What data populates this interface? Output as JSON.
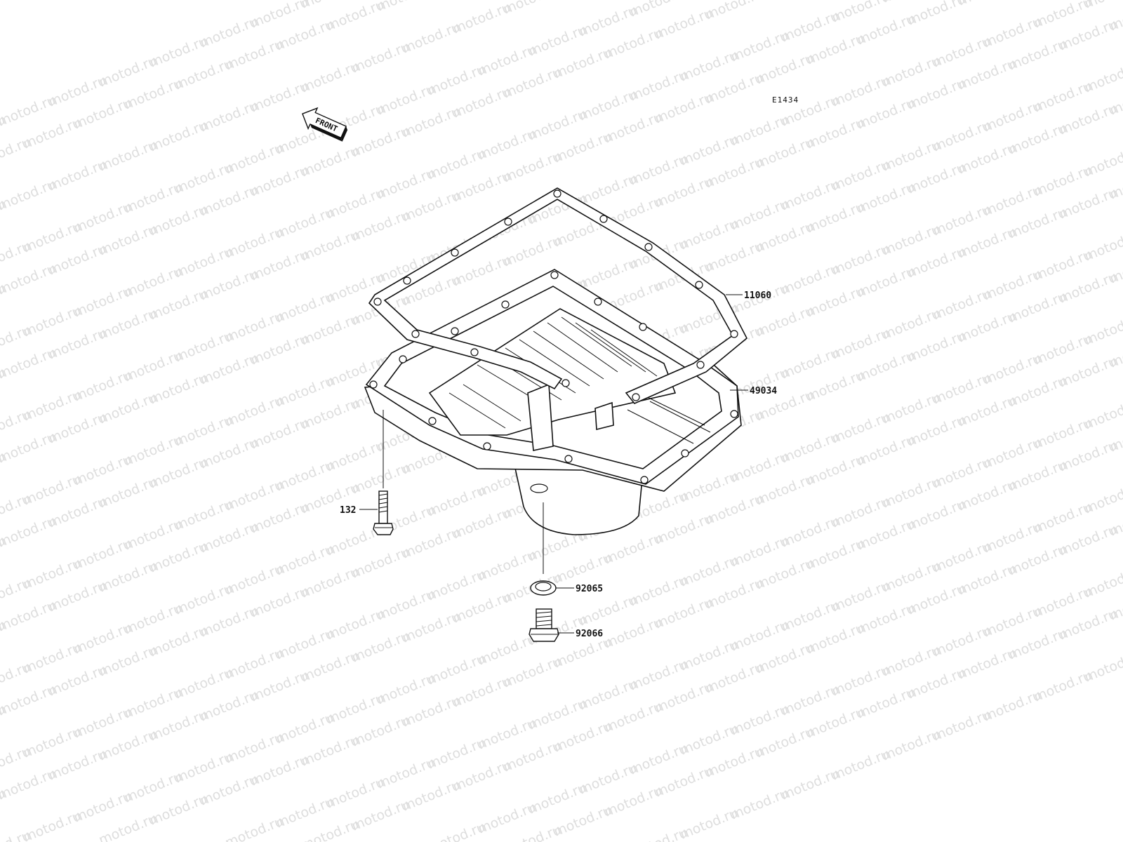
{
  "diagram": {
    "drawing_code": "E1434",
    "front_label": "FRONT",
    "watermark_text": "motod.ru",
    "colors": {
      "line": "#111111",
      "watermark": "#dedede",
      "background": "#ffffff"
    },
    "callouts": [
      {
        "id": "gasket",
        "label": "11060"
      },
      {
        "id": "oil-pan",
        "label": "49034"
      },
      {
        "id": "bolt",
        "label": "132"
      },
      {
        "id": "washer",
        "label": "92065"
      },
      {
        "id": "drain-plug",
        "label": "92066"
      }
    ]
  }
}
